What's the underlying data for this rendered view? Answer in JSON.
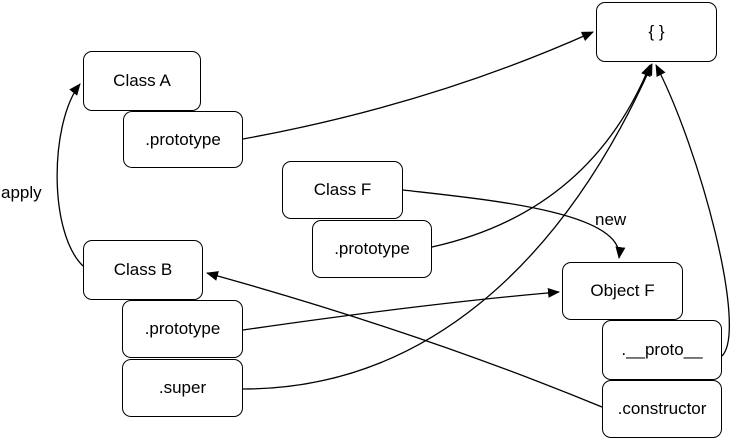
{
  "diagram": {
    "background": "#ffffff",
    "stroke_color": "#000000",
    "text_color": "#000000",
    "nodes": {
      "class_a": "Class A",
      "class_a_prototype": ".prototype",
      "object_literal": "{ }",
      "class_f": "Class F",
      "class_f_prototype": ".prototype",
      "class_b": "Class B",
      "class_b_prototype": ".prototype",
      "class_b_super": ".super",
      "object_f": "Object F",
      "object_f_proto": ".__proto__",
      "object_f_constructor": ".constructor"
    },
    "edges": [
      {
        "from": "Class B",
        "to": "Class A",
        "label": "apply"
      },
      {
        "from": "Class A .prototype",
        "to": "{ }",
        "label": ""
      },
      {
        "from": "Class F",
        "to": "Object F",
        "label": "new"
      },
      {
        "from": "Class F .prototype",
        "to": "{ }",
        "label": ""
      },
      {
        "from": "Class B .prototype",
        "to": "Object F",
        "label": ""
      },
      {
        "from": "Class B .super",
        "to": "{ }",
        "label": ""
      },
      {
        "from": "Object F .constructor",
        "to": "Class B",
        "label": ""
      },
      {
        "from": "Object F .__proto__",
        "to": "{ }",
        "label": ""
      }
    ]
  }
}
